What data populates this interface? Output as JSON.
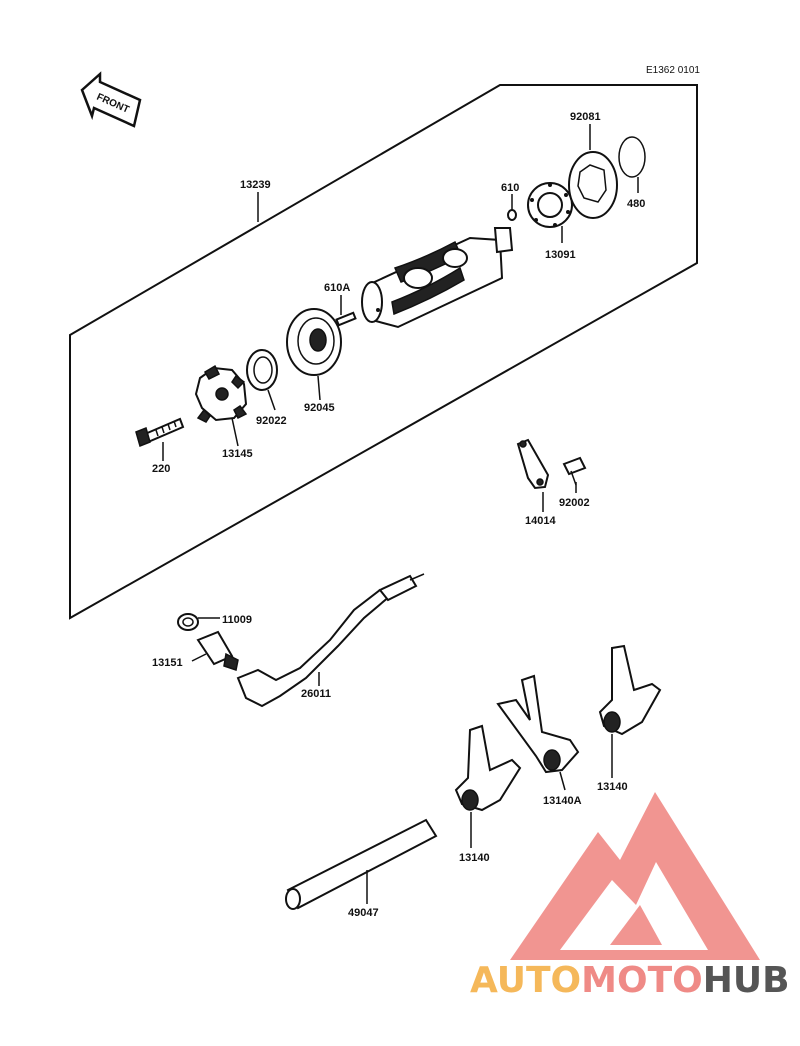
{
  "diagram_code": "E1362 0101",
  "front_arrow_label": "FRONT",
  "brand": {
    "part1": "AUTO",
    "part2": "MOTO",
    "part3": "HUB",
    "color1": "#f5b85a",
    "color2": "#ef8a86",
    "color3": "#555555",
    "logo_color": "#f08a86"
  },
  "parts": [
    {
      "id": "13239",
      "label": "13239"
    },
    {
      "id": "92081",
      "label": "92081"
    },
    {
      "id": "610",
      "label": "610"
    },
    {
      "id": "480",
      "label": "480"
    },
    {
      "id": "13091",
      "label": "13091"
    },
    {
      "id": "610A",
      "label": "610A"
    },
    {
      "id": "92022",
      "label": "92022"
    },
    {
      "id": "92045",
      "label": "92045"
    },
    {
      "id": "220",
      "label": "220"
    },
    {
      "id": "13145",
      "label": "13145"
    },
    {
      "id": "14014",
      "label": "14014"
    },
    {
      "id": "92002",
      "label": "92002"
    },
    {
      "id": "11009",
      "label": "11009"
    },
    {
      "id": "13151",
      "label": "13151"
    },
    {
      "id": "26011",
      "label": "26011"
    },
    {
      "id": "13140a",
      "label": "13140"
    },
    {
      "id": "13140A",
      "label": "13140A"
    },
    {
      "id": "13140b",
      "label": "13140"
    },
    {
      "id": "49047",
      "label": "49047"
    }
  ]
}
